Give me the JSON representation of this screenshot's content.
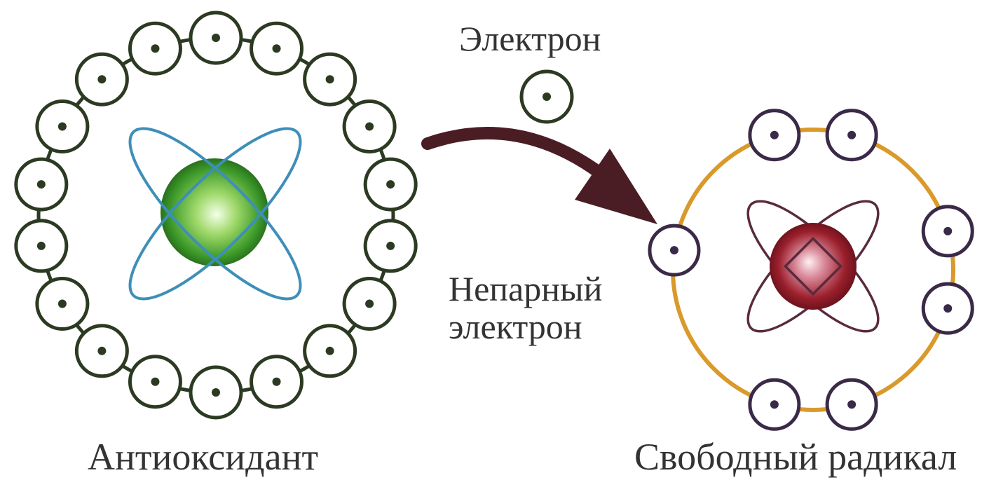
{
  "labels": {
    "electron": "Электрон",
    "unpaired_line1": "Непарный",
    "unpaired_line2": "электрон",
    "antioxidant": "Антиоксидант",
    "free_radical": "Свободный радикал"
  },
  "colors": {
    "antioxidant_shell": "#2c3a22",
    "antioxidant_orbit": "#3d8fb8",
    "antioxidant_nucleus": "#2f7f22",
    "radical_shell": "#d99a2b",
    "radical_orbit": "#5a2a3e",
    "radical_nucleus": "#8e1b24",
    "radical_electron": "#3a2a48",
    "arrow": "#4a1d25"
  }
}
